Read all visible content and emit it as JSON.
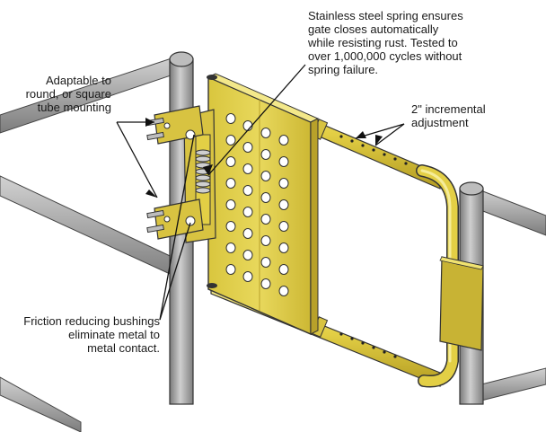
{
  "callouts": {
    "spring": {
      "lines": [
        "Stainless steel spring ensures",
        "gate closes automatically",
        "while resisting rust. Tested to",
        "over 1,000,000 cycles without",
        "spring failure."
      ]
    },
    "adaptable": {
      "lines": [
        "Adaptable to",
        "round, or square",
        "tube mounting"
      ]
    },
    "adjustment": {
      "lines": [
        "2\" incremental",
        "adjustment"
      ]
    },
    "bushings": {
      "lines": [
        "Friction reducing bushings",
        "eliminate metal to",
        "metal contact."
      ]
    }
  },
  "colors": {
    "gate_yellow": "#e6d24a",
    "gate_shadow": "#b8a12a",
    "gate_highlight": "#f3e88a",
    "rail_gray": "#9a9a9a",
    "rail_dark": "#6e6e6e",
    "rail_light": "#c8c8c8",
    "outline": "#222222"
  }
}
